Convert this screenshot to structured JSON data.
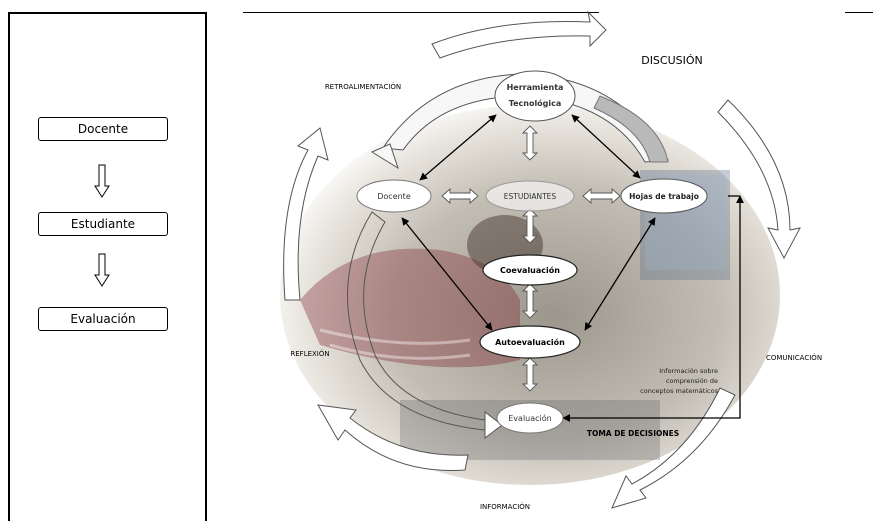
{
  "flow": {
    "items": [
      "Docente",
      "Estudiante",
      "Evaluación"
    ]
  },
  "diagram": {
    "cycle_labels": {
      "top_left": "RETROALIMENTACIÓN",
      "top_right": "DISCUSIÓN",
      "right": "COMUNICACIÓN",
      "bottom": "INFORMACIÓN",
      "left": "REFLEXIÓN"
    },
    "nodes": {
      "tool_line1": "Herramienta",
      "tool_line2": "Tecnológica",
      "teacher": "Docente",
      "students": "ESTUDIANTES",
      "worksheets": "Hojas de trabajo",
      "peer_eval": "Coevaluación",
      "self_eval": "Autoevaluación",
      "evaluation": "Evaluación"
    },
    "info_note": [
      "Información sobre",
      "comprensión de",
      "conceptos matemáticos"
    ],
    "decision_label": "TOMA DE DECISIONES"
  }
}
